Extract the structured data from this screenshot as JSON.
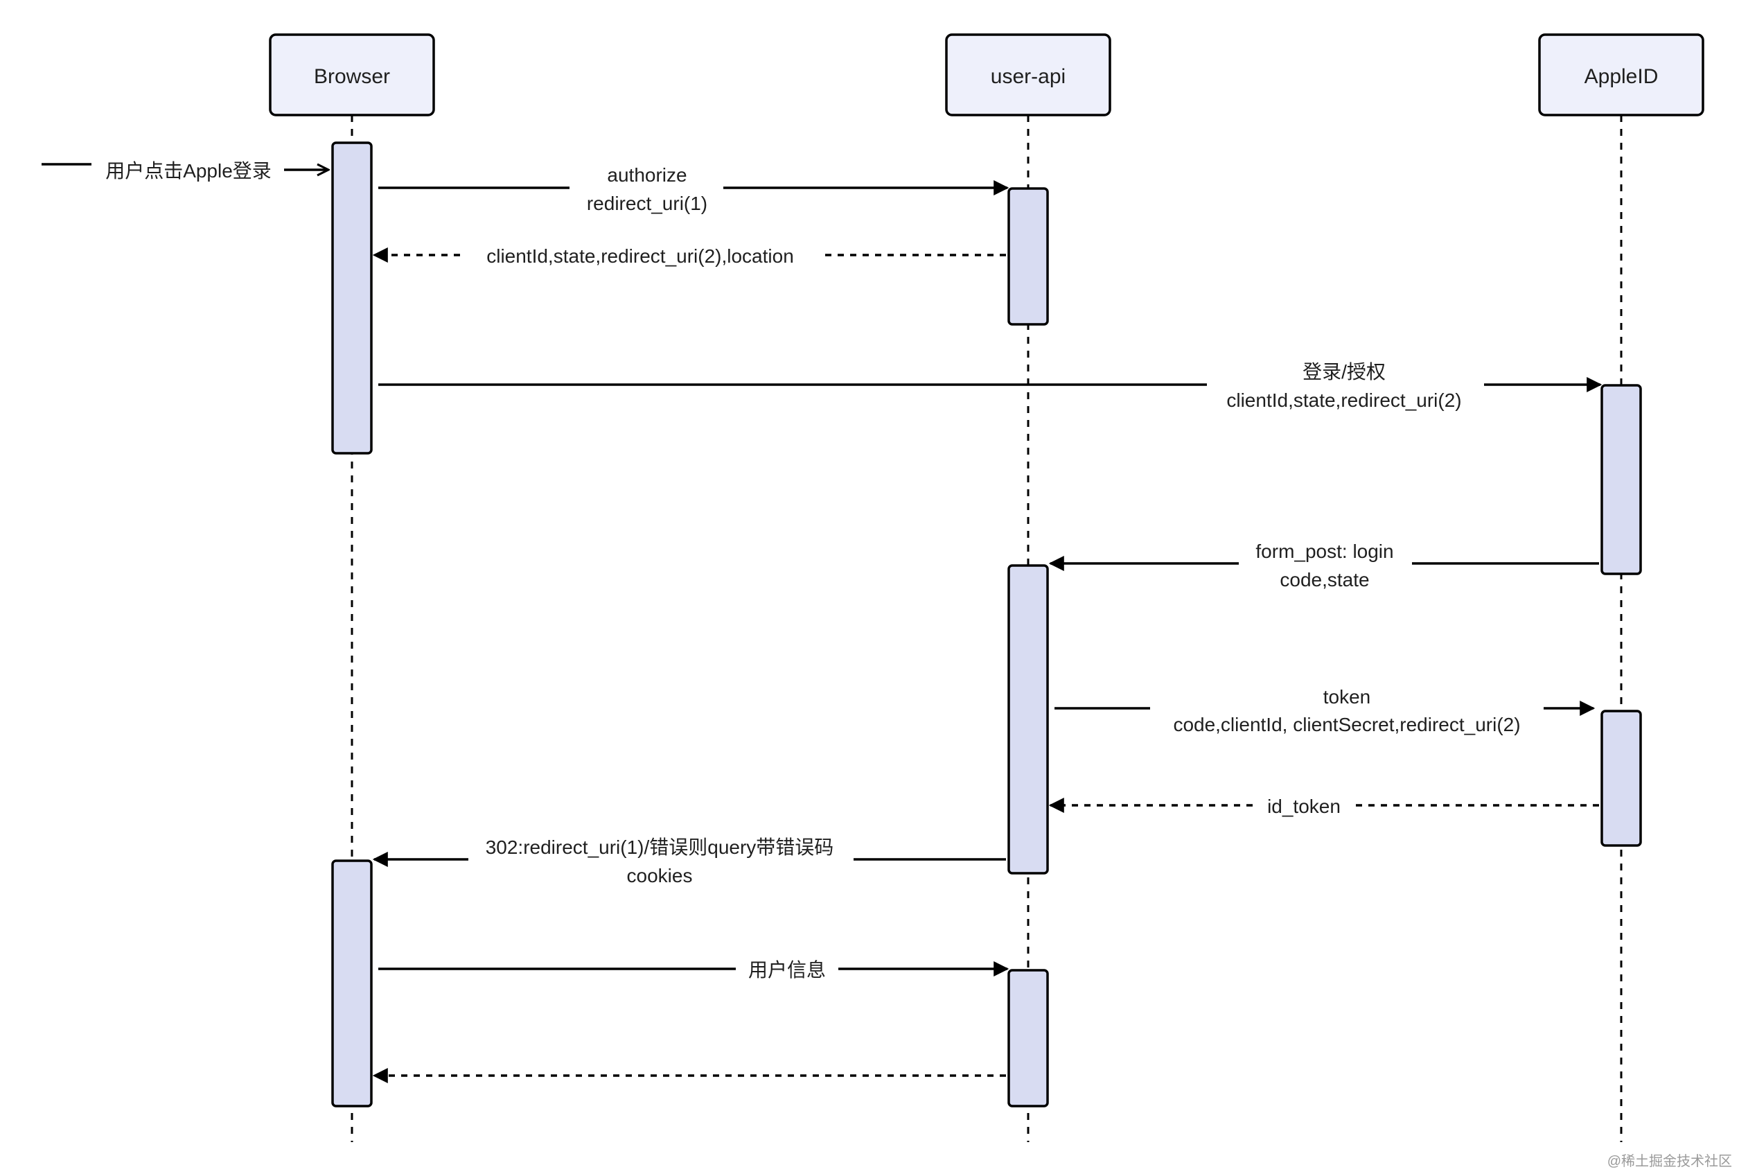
{
  "participants": {
    "browser": "Browser",
    "user_api": "user-api",
    "apple_id": "AppleID"
  },
  "messages": {
    "m0": "用户点击Apple登录",
    "m1_line1": "authorize",
    "m1_line2": "redirect_uri(1)",
    "m2": "clientId,state,redirect_uri(2),location",
    "m3_line1": "登录/授权",
    "m3_line2": "clientId,state,redirect_uri(2)",
    "m4_line1": "form_post: login",
    "m4_line2": "code,state",
    "m5_line1": "token",
    "m5_line2": "code,clientId, clientSecret,redirect_uri(2)",
    "m6": "id_token",
    "m7_line1": "302:redirect_uri(1)/错误则query带错误码",
    "m7_line2": "cookies",
    "m8": "用户信息"
  },
  "watermark": "@稀土掘金技术社区",
  "colors": {
    "participant_fill": "#eef0fb",
    "activation_fill": "#d8dcf2",
    "stroke": "#000000"
  }
}
